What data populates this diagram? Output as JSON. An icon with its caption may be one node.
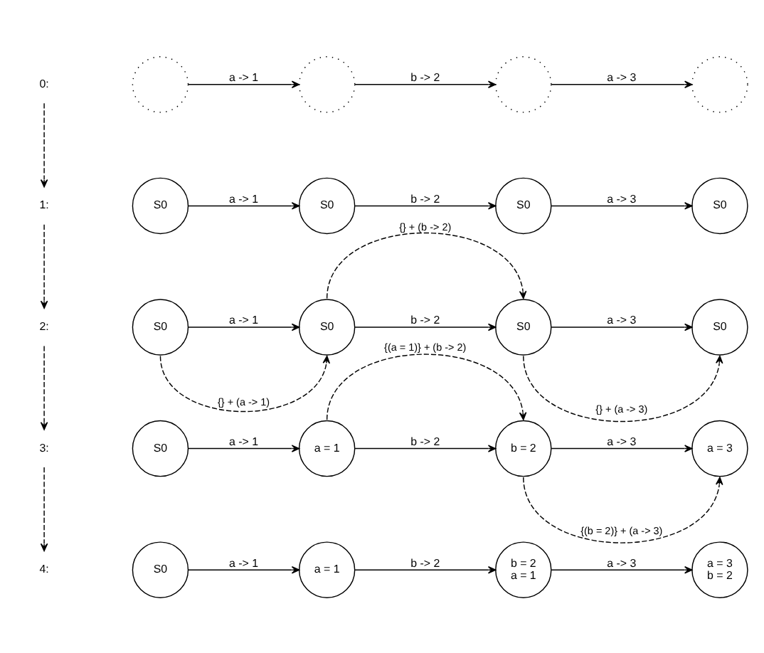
{
  "diagram": {
    "nodes": [
      {
        "text": [
          "0:"
        ]
      },
      {
        "text": [],
        "shape": "circle"
      },
      {
        "text": [],
        "shape": "circle"
      },
      {
        "text": [],
        "shape": "circle"
      },
      {
        "text": [],
        "shape": "circle"
      },
      {
        "text": [
          "1:"
        ]
      },
      {
        "text": [
          "S0"
        ]
      },
      {
        "text": [
          "S0"
        ]
      },
      {
        "text": [
          "S0"
        ]
      },
      {
        "text": [
          "S0"
        ]
      },
      {
        "text": [
          "2:"
        ]
      },
      {
        "text": [
          "S0"
        ]
      },
      {
        "text": [
          "S0"
        ]
      },
      {
        "text": [
          "S0"
        ]
      },
      {
        "text": [
          "S0"
        ]
      },
      {
        "text": [
          "3:"
        ]
      },
      {
        "text": [
          "S0"
        ]
      },
      {
        "text": [
          "a = 1"
        ]
      },
      {
        "text": [
          "b = 2"
        ]
      },
      {
        "text": [
          "a = 3"
        ]
      },
      {
        "text": [
          "4:"
        ]
      },
      {
        "text": [
          "S0"
        ]
      },
      {
        "text": [
          "a = 1"
        ]
      },
      {
        "text": [
          "b = 2",
          "a = 1"
        ]
      },
      {
        "text": [
          "a = 3",
          "b = 2"
        ]
      }
    ],
    "edges": [
      {
        "from": 1,
        "to": 2,
        "arrow": "to",
        "label": "a -> 1"
      },
      {
        "from": 2,
        "to": 3,
        "arrow": "to",
        "label": "b -> 2"
      },
      {
        "from": 3,
        "to": 4,
        "arrow": "to",
        "label": "a -> 3"
      },
      {
        "from": 0,
        "to": 5,
        "arrow": "to",
        "style": "dashed"
      },
      {
        "from": 6,
        "to": 7,
        "arrow": "to",
        "label": "a -> 1"
      },
      {
        "from": 7,
        "to": 8,
        "arrow": "to",
        "label": "b -> 2"
      },
      {
        "from": 8,
        "to": 9,
        "arrow": "to",
        "label": "a -> 3"
      },
      {
        "from": 5,
        "to": 10,
        "arrow": "to",
        "style": "dashed"
      },
      {
        "from": 12,
        "to": 13,
        "arrow": "to",
        "label": "{} + (b -> 2)",
        "style": "dashed"
      },
      {
        "from": 11,
        "to": 12,
        "arrow": "to",
        "label": "a -> 1"
      },
      {
        "from": 12,
        "to": 13,
        "arrow": "to",
        "label": "b -> 2"
      },
      {
        "from": 13,
        "to": 14,
        "arrow": "to",
        "label": "a -> 3"
      },
      {
        "from": 11,
        "to": 12,
        "arrow": "to",
        "label": "{} + (a -> 1)",
        "style": "dashed"
      },
      {
        "from": 13,
        "to": 14,
        "arrow": "to",
        "label": "{} + (a -> 3)",
        "style": "dashed"
      },
      {
        "from": 10,
        "to": 15,
        "arrow": "to",
        "style": "dashed"
      },
      {
        "from": 17,
        "to": 18,
        "arrow": "to",
        "label": "{(a = 1)} + (b -> 2)",
        "style": "dashed"
      },
      {
        "from": 16,
        "to": 17,
        "arrow": "to",
        "label": "a -> 1"
      },
      {
        "from": 17,
        "to": 18,
        "arrow": "to",
        "label": "b -> 2"
      },
      {
        "from": 18,
        "to": 19,
        "arrow": "to",
        "label": "a -> 3"
      },
      {
        "from": 18,
        "to": 19,
        "arrow": "to",
        "label": "{(b = 2)} + (a -> 3)",
        "style": "dashed"
      },
      {
        "from": 15,
        "to": 20,
        "arrow": "to",
        "style": "dashed"
      },
      {
        "from": 21,
        "to": 22,
        "arrow": "to",
        "label": "a -> 1"
      },
      {
        "from": 22,
        "to": 23,
        "arrow": "to",
        "label": "b -> 2"
      },
      {
        "from": 23,
        "to": 24,
        "arrow": "to",
        "label": "a -> 3"
      }
    ]
  }
}
